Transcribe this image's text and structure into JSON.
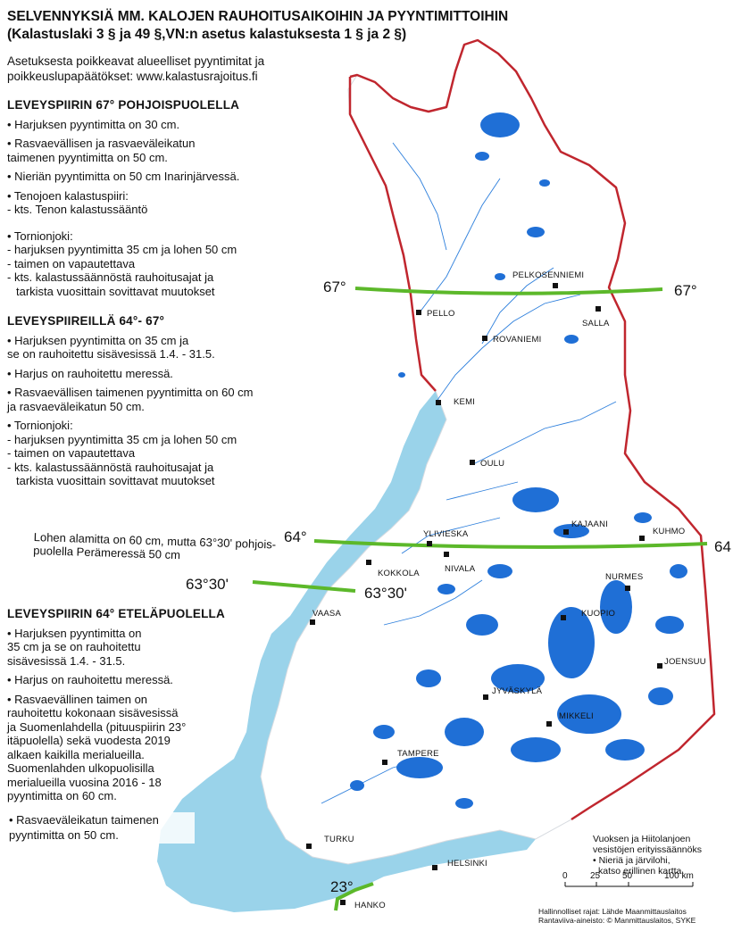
{
  "title": {
    "line1": "SELVENNYKSIÄ MM. KALOJEN RAUHOITUSAIKOIHIN JA PYYNTIMITTOIHIN",
    "line2": "(Kalastuslaki 3 § ja 49 §,VN:n asetus kalastuksesta 1 § ja 2 §)"
  },
  "note": {
    "line1": "Asetuksesta poikkeavat alueelliset pyyntimitat ja",
    "line2": "poikkeuslupapäätökset: www.kalastusrajoitus.fi"
  },
  "north": {
    "heading": "LEVEYSPIIRIN 67° POHJOISPUOLELLA",
    "b1": "• Harjuksen pyyntimitta on 30 cm.",
    "b2a": "• Rasvaevällisen ja rasvaeväleikatun",
    "b2b": "taimenen pyyntimitta on 50 cm.",
    "b3": "• Nieriän pyyntimitta on 50 cm Inarinjärvessä.",
    "b4a": "• Tenojoen kalastuspiiri:",
    "b4b": "- kts. Tenon kalastussääntö",
    "b5a": "• Tornionjoki:",
    "b5b": "- harjuksen pyyntimitta 35 cm ja lohen 50 cm",
    "b5c": "- taimen on vapautettava",
    "b5d": "- kts. kalastussäännöstä rauhoitusajat  ja",
    "b5e": "  tarkista vuosittain sovittavat muutokset"
  },
  "middle": {
    "heading": "LEVEYSPIIREILLÄ 64°- 67°",
    "b1a": "• Harjuksen pyyntimitta on 35 cm ja",
    "b1b": "se on rauhoitettu sisävesissä 1.4. - 31.5.",
    "b2": "• Harjus on rauhoitettu meressä.",
    "b3a": "• Rasvaevällisen taimenen pyyntimitta on 60 cm",
    "b3b": "ja rasvaeväleikatun 50 cm.",
    "b4a": "• Tornionjoki:",
    "b4b": "- harjuksen pyyntimitta 35 cm ja lohen 50 cm",
    "b4c": "- taimen on vapautettava",
    "b4d": "- kts. kalastussäännöstä rauhoitusajat  ja",
    "b4e": "  tarkista vuosittain sovittavat muutokset"
  },
  "lohen": {
    "line1": "Lohen alamitta on 60 cm, mutta 63°30' pohjois-",
    "line2": "puolella Perämeressä 50 cm"
  },
  "south": {
    "heading": "LEVEYSPIIRIN 64° ETELÄPUOLELLA",
    "b1a": "• Harjuksen pyyntimitta on",
    "b1b": "35 cm ja se on rauhoitettu",
    "b1c": "sisävesissä 1.4. - 31.5.",
    "b2": "• Harjus on rauhoitettu meressä.",
    "b3a": "• Rasvaevällinen taimen on",
    "b3b": "rauhoitettu kokonaan sisävesissä",
    "b3c": "ja Suomenlahdella (pituuspiirin 23°",
    "b3d": "itäpuolella) sekä vuodesta 2019",
    "b3e": "alkaen kaikilla merialueilla.",
    "b3f": "Suomenlahden ulkopuolisilla",
    "b3g": "merialueilla vuosina 2016 - 18",
    "b3h": "pyyntimitta on 60 cm.",
    "b4a": "• Rasvaeväleikatun taimenen",
    "b4b": "pyyntimitta on 50 cm."
  },
  "latitudes": {
    "lat67": "67°",
    "lat64": "64°",
    "lat64r": "64",
    "lat6330": "63°30'",
    "lon23": "23°"
  },
  "cities": {
    "pelkosenniemi": "PELKOSENNIEMI",
    "pello": "PELLO",
    "salla": "SALLA",
    "rovaniemi": "ROVANIEMI",
    "kemi": "KEMI",
    "oulu": "OULU",
    "kajaani": "KAJAANI",
    "kuhmo": "KUHMO",
    "ylivieska": "YLIVIESKA",
    "nivala": "NIVALA",
    "kokkola": "KOKKOLA",
    "nurmes": "NURMES",
    "vaasa": "VAASA",
    "kuopio": "KUOPIO",
    "joensuu": "JOENSUU",
    "jyvaskyla": "JYVÄSKYLÄ",
    "mikkeli": "MIKKELI",
    "tampere": "TAMPERE",
    "turku": "TURKU",
    "helsinki": "HELSINKI",
    "hanko": "HANKO"
  },
  "vuoksi": {
    "line1": "Vuoksen ja Hiitolanjoen",
    "line2": "vesistöjen erityissäännöks",
    "line3": "• Nieriä ja järvilohi,",
    "line4": "katso erillinen kartta."
  },
  "scale": {
    "s0": "0",
    "s25": "25",
    "s50": "50",
    "s100": "100 km"
  },
  "credit": {
    "line1": "Hallinnolliset rajat: Lähde Maanmittauslaitos",
    "line2": "Rantaviiva-aineisto: © Manmittauslaitos, SYKE"
  },
  "colors": {
    "sea": "#9ad3ea",
    "lake": "#1f6fd6",
    "border": "#c0262e",
    "latline": "#5cb82a",
    "land": "#ffffff"
  }
}
